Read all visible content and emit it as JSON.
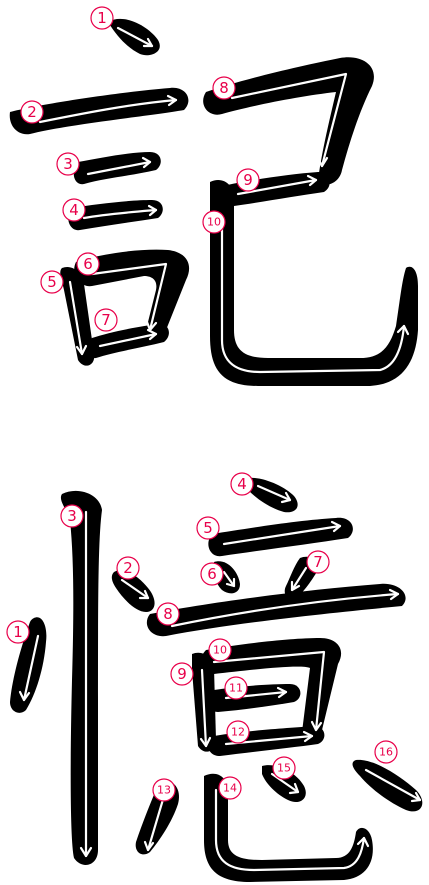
{
  "characters": [
    {
      "glyph": "記",
      "stroke_numbers": [
        "1",
        "2",
        "3",
        "4",
        "5",
        "6",
        "7",
        "8",
        "9",
        "10"
      ]
    },
    {
      "glyph": "憶",
      "stroke_numbers": [
        "1",
        "2",
        "3",
        "4",
        "5",
        "6",
        "7",
        "8",
        "9",
        "10",
        "11",
        "12",
        "13",
        "14",
        "15",
        "16"
      ]
    }
  ],
  "colors": {
    "stroke": "#000000",
    "arrow": "#ffffff",
    "number": "#e8004a",
    "background": "#ffffff"
  }
}
